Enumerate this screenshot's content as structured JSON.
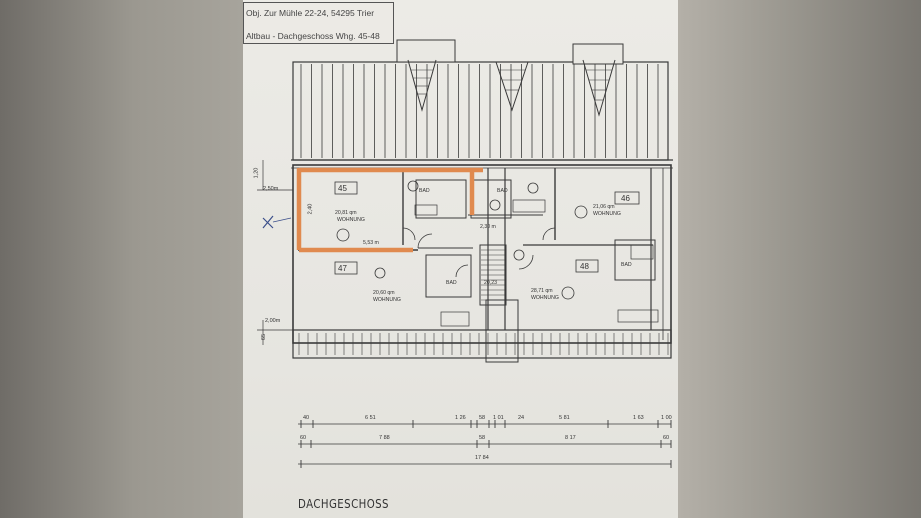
{
  "header": {
    "object_line": "Obj. Zur Mühle 22-24, 54295 Trier",
    "section_line": "Altbau - Dachgeschoss Whg. 45-48"
  },
  "rooms": {
    "r45": {
      "number": "45",
      "area_line1": "20,81 qm",
      "area_line2": "WOHNUNG"
    },
    "r46": {
      "number": "46",
      "area_line1": "21,06 qm",
      "area_line2": "WOHNUNG"
    },
    "r47": {
      "number": "47",
      "area_line1": "20,60 qm",
      "area_line2": "WOHNUNG"
    },
    "r48": {
      "number": "48",
      "area_line1": "28,71 qm",
      "area_line2": "WOHNUNG"
    }
  },
  "bath_labels": [
    "BAD",
    "BAD",
    "BAD",
    "BAD"
  ],
  "side_dims": {
    "top": "1,20",
    "eave_left": "2,50m",
    "eave_bottom": "2,00m",
    "left_low": "65",
    "inner": "2,40"
  },
  "inner_dims": {
    "corridor": "2,30 m",
    "mid": "5,53 m",
    "stair": "20,23"
  },
  "dimension_rows": {
    "row1": [
      "6 51",
      "1 26",
      "58",
      "1 01",
      "24",
      "5 81",
      "1 63",
      "1 00"
    ],
    "row2": [
      "60",
      "7 88",
      "58",
      "8 17",
      "60"
    ],
    "row3": [
      "17 84"
    ]
  },
  "footer_title": "DACHGESCHOSS",
  "colors": {
    "paper": "#ebeae5",
    "line": "#3a3a3a",
    "orange_wall": "#e08a4f"
  }
}
